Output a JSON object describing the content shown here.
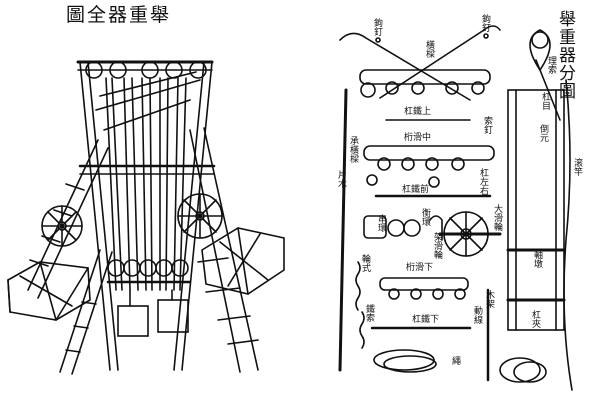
{
  "left_panel": {
    "title": "圖全器重舉"
  },
  "right_panel": {
    "title": "舉重器分圖",
    "labels": {
      "gou_ding_left": "鉤釘",
      "gou_ding_right": "鉤釘",
      "heng_liang": "橫樑",
      "li_suo": "理索",
      "gang_tie_shang": "杠鐵上",
      "gang_mu": "杠目",
      "suo_ding": "索釘",
      "heng_hua_zhong": "桁滑中",
      "cheng_heng_liang": "承橫樑",
      "gang_tie_zuo_you": "杠左右",
      "dao_yuan": "倒元",
      "pian_mu": "片木",
      "gang_tie_qian": "杠鐵前",
      "chuan_huan": "串環",
      "heng_huan": "衡環",
      "jia_hua_lun": "架滑輪",
      "da_lun_lun": "大滑輪",
      "gun_gan": "滚竿",
      "zhou_dun": "軸墩",
      "lun_shi": "輪式",
      "heng_hua_xia": "桁滑下",
      "mu_jia": "木架",
      "tie_suo": "鐵索",
      "gang_tie_xia": "杠鐵下",
      "dong_xian": "動線",
      "gang_jia": "杠夾",
      "sheng": "繩"
    }
  }
}
